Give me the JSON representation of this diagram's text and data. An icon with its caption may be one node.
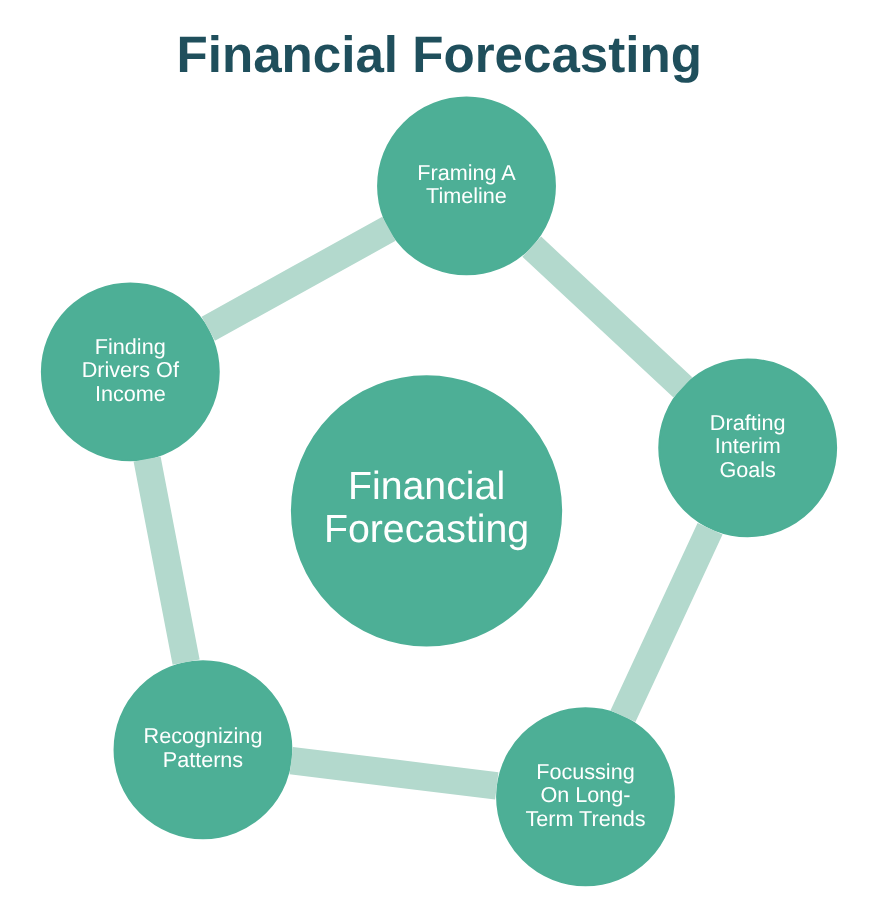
{
  "diagram": {
    "title": "Financial Forecasting",
    "nodes": [
      {
        "text": [
          "Recognizing Patterns"
        ]
      },
      {
        "text": [
          "Focussing On Long-Term Trends"
        ]
      },
      {
        "text": [
          "Financial Forecasting"
        ]
      },
      {
        "text": [
          "Finding Drivers Of Income"
        ]
      },
      {
        "text": [
          "Drafting Interim Goals"
        ]
      },
      {
        "text": [
          "Framing A Timeline"
        ]
      }
    ],
    "edges": [
      {
        "from": 0,
        "to": 3,
        "arrow": "none"
      },
      {
        "from": 3,
        "to": 5,
        "arrow": "none"
      },
      {
        "from": 5,
        "to": 4,
        "arrow": "none"
      },
      {
        "from": 4,
        "to": 1,
        "arrow": "none"
      },
      {
        "from": 1,
        "to": 0,
        "arrow": "none"
      }
    ]
  }
}
